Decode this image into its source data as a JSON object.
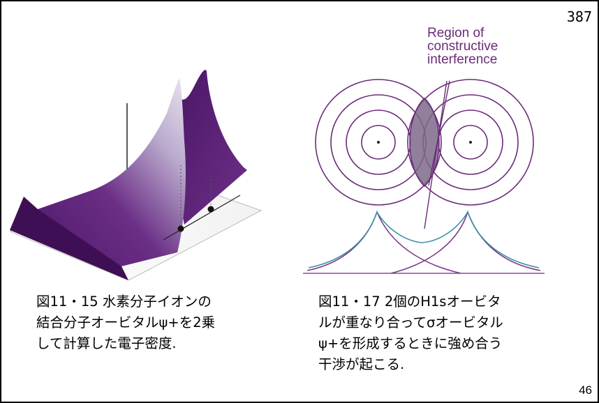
{
  "page_number_top": "387",
  "page_number_bottom": "46",
  "figure_left": {
    "caption_lines": [
      "図11・15 水素分子イオンの",
      "結合分子オービタルψ+を2乗",
      "して計算した電子密度."
    ]
  },
  "figure_right": {
    "region_label_lines": [
      "Region of",
      "constructive",
      "interference"
    ],
    "caption_lines": [
      "図11・17 2個のH1sオービタ",
      "ルが重なり合ってσオービタル",
      "ψ+を形成するときに強め合う",
      "干渉が起こる."
    ]
  },
  "colors": {
    "purple_dark": "#4a1565",
    "purple_mid": "#6a2c78",
    "overlap_fill": "#7d6a8a",
    "curve_teal": "#3a8fa6",
    "curve_purple": "#7a3a8a"
  }
}
